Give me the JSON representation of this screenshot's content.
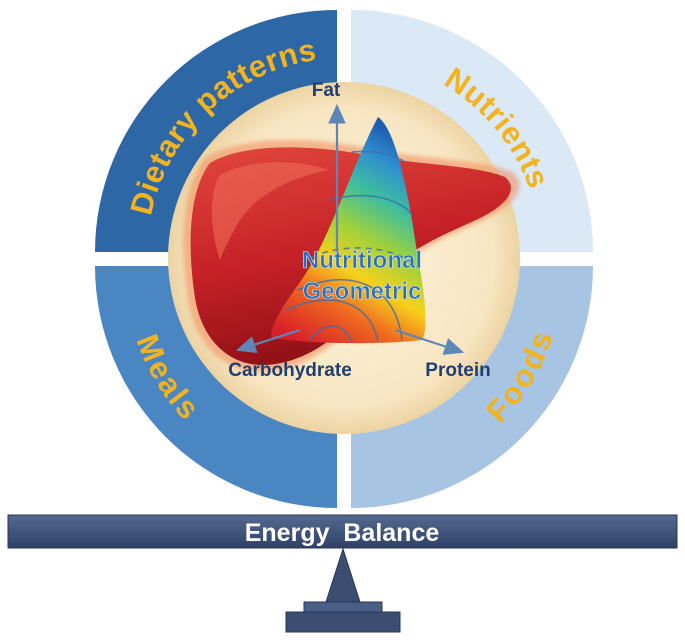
{
  "quadrants": {
    "top_left": "Dietary patterns",
    "top_right": "Nutrients",
    "bottom_left": "Meals",
    "bottom_right": "Foods"
  },
  "axes": {
    "top": "Fat",
    "left": "Carbohydrate",
    "right": "Protein"
  },
  "center": {
    "line1": "Nutritional",
    "line2": "Geometric"
  },
  "beam": {
    "label": "Energy  Balance"
  },
  "colors": {
    "quadrant_top_left": "#2d67a6",
    "quadrant_top_right": "#dbe8f5",
    "quadrant_bottom_left": "#4a86c2",
    "quadrant_bottom_right": "#a7c4e3",
    "quadrant_text": "#f2b320",
    "beam": "#3b4e72"
  }
}
